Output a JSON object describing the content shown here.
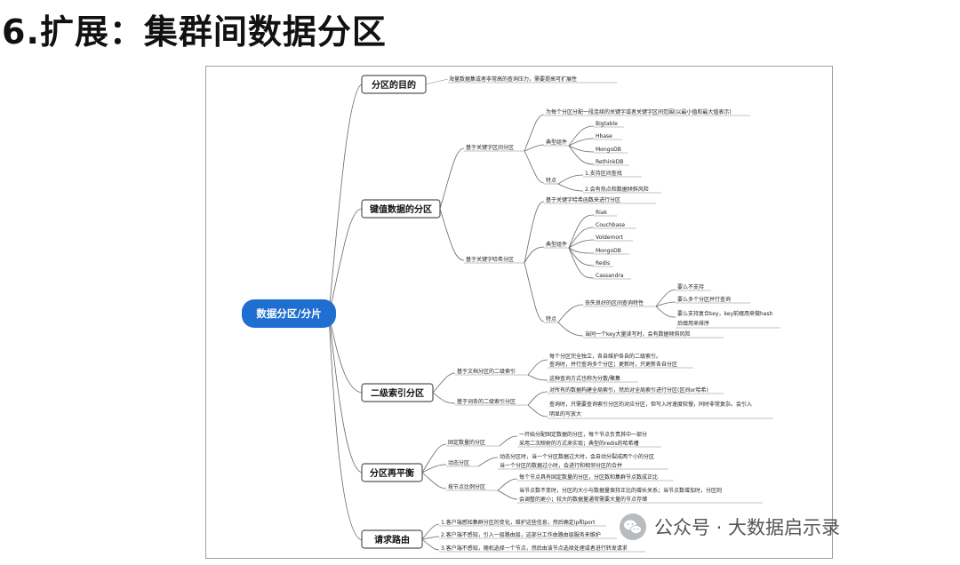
{
  "page_title": "6.扩展：集群间数据分区",
  "root": "数据分区/分片",
  "branches": [
    {
      "label": "分区的目的"
    },
    {
      "label": "键值数据的分区"
    },
    {
      "label": "二级索引分区"
    },
    {
      "label": "分区再平衡"
    },
    {
      "label": "请求路由"
    }
  ],
  "purpose": {
    "note": "海量数据集或者非常高的查询压力，需要提高可扩展性"
  },
  "kv": {
    "range": {
      "label": "基于关键字区间分区",
      "desc": "为每个分区分配一段连续的关键字或者关键字区间范围(以最小值和最大值表示)",
      "components_label": "典型组件",
      "components": [
        "Bigtable",
        "Hbase",
        "MongoDB",
        "RethinkDB"
      ],
      "features_label": "特点",
      "features": [
        "1.支持区间查找",
        "2.会有热点和数据倾斜风险"
      ]
    },
    "hash": {
      "label": "基于关键字哈希分区",
      "desc": "基于关键字哈希函数来进行分区",
      "components_label": "典型组件",
      "components": [
        "Riak",
        "Couchbase",
        "Voldemort",
        "MongoDB",
        "Redis",
        "Cassandra"
      ],
      "features_label": "特点",
      "lost_query": "丧失良好的区间查询特性",
      "lost_items": [
        "要么不支持",
        "要么多个分区并行查询"
      ],
      "composite_1": "要么支持复合key，key前缀用来做hash",
      "composite_2": "后缀用来排序",
      "hot_key": "当同一个key大量读写时，会有数据倾斜风险"
    }
  },
  "index": {
    "doc": {
      "label": "基于文档分区的二级索引",
      "desc_1": "每个分区完全独立，各自维护各自的二级索引。",
      "desc_2": "查询时，并行查询多个分区；更新时，只更新各自分区",
      "desc_3": "这种查询方式也称为分散/聚集"
    },
    "term": {
      "label": "基于词条的二级索引分区",
      "desc_1": "对所有的数据构建全局索引，然后对全局索引进行分区(区间or哈希)",
      "desc_2": "查询时，只需要查询索引分区的对应分区，但写入时速度较慢，同时非常复杂。会引入",
      "desc_3": "明显的写放大"
    }
  },
  "rebalance": {
    "fixed": {
      "label": "固定数量的分区",
      "line_1": "一开始分配固定数据的分区，每个节点负责其中一部分",
      "line_2": "采用二次映射的方式来实现；典型的redis的哈希槽"
    },
    "dynamic": {
      "label": "动态分区",
      "line_1": "动态分区时，当一个分区数据过大时，会自动分裂成两个小的分区",
      "line_2": "当一个分区的数据过小时，会进行和相邻分区的合并"
    },
    "proportional": {
      "label": "按节点比例分区",
      "line_1": "每个节点具有固定数量的分区，分区数和集群节点数成正比",
      "line_2": "当节点数不变时，分区的大小与数据量保持正比的增长关系；当节点数增加时，分区则",
      "line_3": "会调整的更小；较大的数据量通常需要大量的节点存储"
    }
  },
  "routing": {
    "items": [
      "1.客户端感知集群分区的变化，维护这些信息，然后确定ip和port",
      "2.客户端不感知，引入一层路由层，这部分工作由路由层服务来维护",
      "3.客户端不感知，随机选择一个节点，然后由该节点选择处理或者进行转发请求"
    ]
  },
  "watermark": "公众号 · 大数据启示录"
}
